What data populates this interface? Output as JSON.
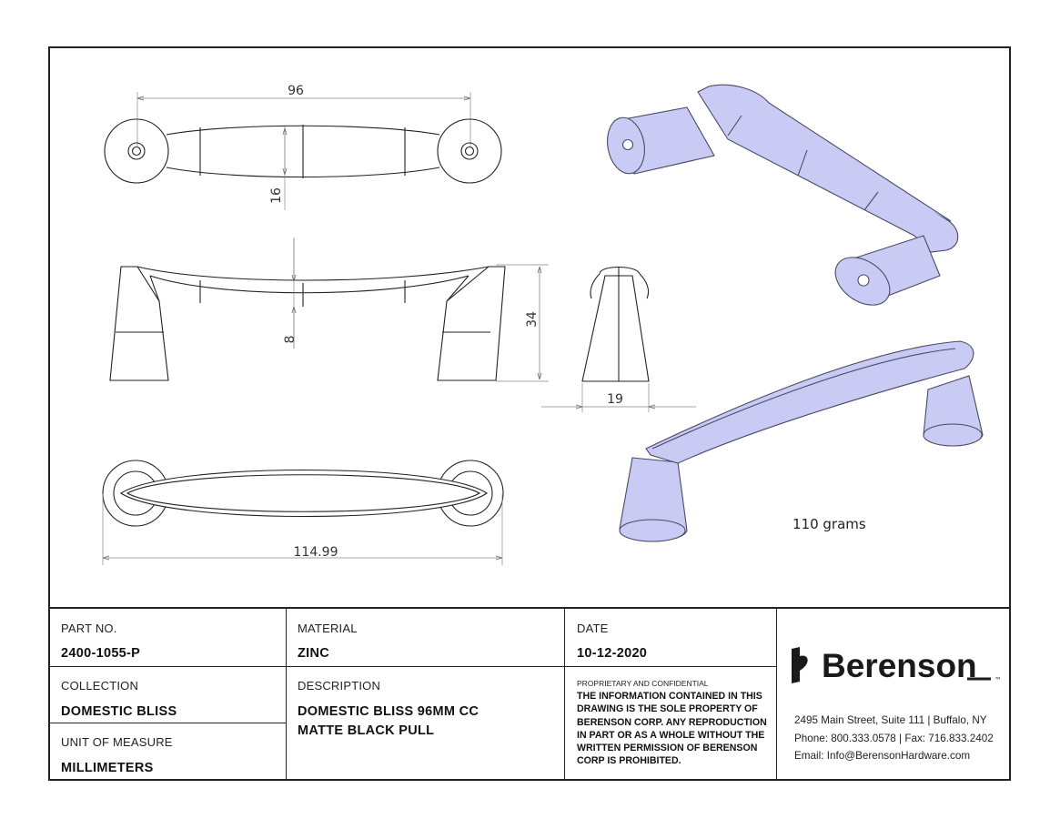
{
  "drawing": {
    "dimensions": {
      "top_length": "96",
      "top_width": "16",
      "front_thickness": "8",
      "front_height": "34",
      "side_width": "19",
      "bottom_length": "114.99"
    },
    "weight": "110 grams",
    "colors": {
      "line": "#222222",
      "render_fill": "#c9cbf5",
      "render_stroke": "#4a4a66"
    }
  },
  "title_block": {
    "part_no": {
      "label": "PART NO.",
      "value": "2400-1055-P"
    },
    "material": {
      "label": "MATERIAL",
      "value": "ZINC"
    },
    "date": {
      "label": "DATE",
      "value": "10-12-2020"
    },
    "collection": {
      "label": "COLLECTION",
      "value": "DOMESTIC BLISS"
    },
    "description": {
      "label": "DESCRIPTION",
      "line1": "DOMESTIC BLISS 96MM CC",
      "line2": "MATTE BLACK PULL"
    },
    "unit": {
      "label": "UNIT OF MEASURE",
      "value": "MILLIMETERS"
    },
    "proprietary": {
      "heading": "PROPRIETARY AND CONFIDENTIAL",
      "line1": "THE INFORMATION CONTAINED IN THIS",
      "line2": "DRAWING IS THE SOLE PROPERTY OF",
      "line3": "BERENSON CORP. ANY REPRODUCTION",
      "line4": "IN PART OR AS A WHOLE WITHOUT THE",
      "line5": "WRITTEN PERMISSION OF BERENSON",
      "line6": "CORP IS PROHIBITED."
    },
    "company": {
      "name": "Berenson",
      "tm": "™",
      "address": "2495 Main Street, Suite 111 | Buffalo, NY",
      "phone": "Phone: 800.333.0578 | Fax: 716.833.2402",
      "email": "Email: Info@BerensonHardware.com"
    }
  }
}
